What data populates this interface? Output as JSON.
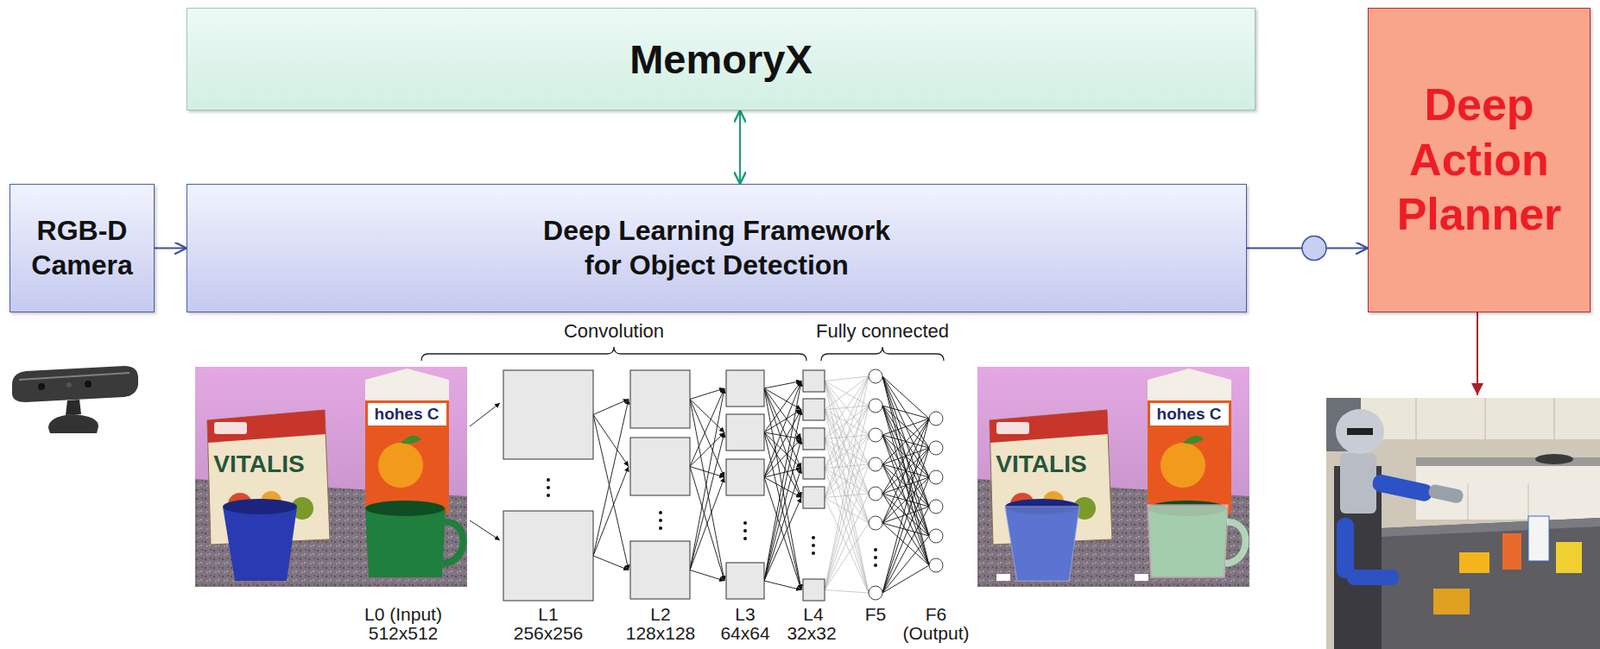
{
  "diagram": {
    "nodes": [
      {
        "text": [
          "MemoryX"
        ]
      },
      {
        "text": [
          "RGB-D Camera"
        ]
      },
      {
        "text": [
          "Deep Learning Framework for Object Detection"
        ]
      },
      {
        "text": [
          "Deep Action Planner"
        ]
      }
    ],
    "edges": [
      {
        "from": 1,
        "to": 2,
        "arrow": "to"
      },
      {
        "from": 0,
        "to": 2,
        "arrow": "both"
      },
      {
        "from": 2,
        "to": 3,
        "arrow": "to"
      }
    ],
    "labels": [
      "Convolution",
      "Fully connected",
      "VITALIS",
      "hohes C",
      "VITALIS",
      "hohes C",
      "L0 (Input)",
      "512x512",
      "L1",
      "256x256",
      "L2",
      "128x128",
      "L3",
      "64x64",
      "L4",
      "32x32",
      "F5",
      "F6",
      "(Output)"
    ]
  }
}
